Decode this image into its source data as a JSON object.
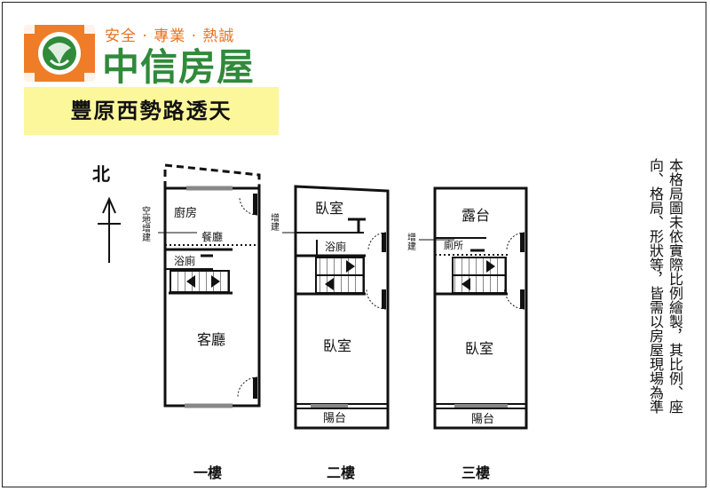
{
  "brand": {
    "tagline": "安全 · 專業 · 熱誠",
    "name": "中信房屋",
    "colors": {
      "orange": "#ef7d28",
      "green": "#2f8a3a",
      "title_bg": "#fcf79b"
    }
  },
  "title": "豐原西勢路透天",
  "compass": {
    "label": "北"
  },
  "floors": [
    {
      "label": "一樓",
      "rooms": {
        "kitchen": "廚房",
        "dining": "餐廳",
        "bath": "浴廁",
        "living": "客廳"
      },
      "annex": "空地增建"
    },
    {
      "label": "二樓",
      "rooms": {
        "bedroom_top": "臥室",
        "bath": "浴廁",
        "bedroom_main": "臥室",
        "balcony": "陽台"
      },
      "annex": "增建"
    },
    {
      "label": "三樓",
      "rooms": {
        "terrace": "露台",
        "toilet": "廁所",
        "bedroom_main": "臥室",
        "balcony": "陽台"
      },
      "annex": "增建"
    }
  ],
  "disclaimer": {
    "line1": "本格局圖未依實際比例繪製，其比例、座",
    "line2": "向、格局、形狀等，皆需以房屋現場為準"
  }
}
